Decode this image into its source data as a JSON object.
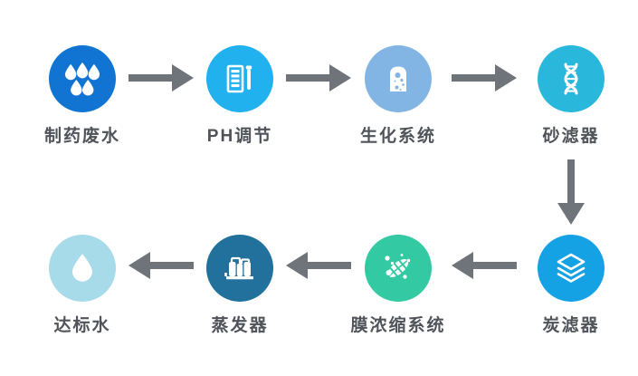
{
  "flow": {
    "arrow_color": "#6f747a",
    "label_color": "#50545a",
    "nodes": [
      {
        "id": "pharma-wastewater",
        "label": "制药废水",
        "color": "#1274d2",
        "icon": "water-drops-icon"
      },
      {
        "id": "ph-adjust",
        "label": "PH调节",
        "color": "#20b1ee",
        "icon": "ph-test-strip-icon"
      },
      {
        "id": "bio-system",
        "label": "生化系统",
        "color": "#82b5e3",
        "icon": "bio-tank-icon"
      },
      {
        "id": "sand-filter",
        "label": "砂滤器",
        "color": "#29b7dc",
        "icon": "dna-helix-icon"
      },
      {
        "id": "carbon-filter",
        "label": "炭滤器",
        "color": "#14a2e5",
        "icon": "layers-icon"
      },
      {
        "id": "membrane-system",
        "label": "膜浓缩系统",
        "color": "#33c9a3",
        "icon": "membrane-cell-icon"
      },
      {
        "id": "evaporator",
        "label": "蒸发器",
        "color": "#21719c",
        "icon": "evaporator-tanks-icon"
      },
      {
        "id": "clean-water",
        "label": "达标水",
        "color": "#a7dbe9",
        "icon": "water-drop-icon"
      }
    ],
    "arrows": [
      {
        "from": "pharma-wastewater",
        "to": "ph-adjust",
        "direction": "right"
      },
      {
        "from": "ph-adjust",
        "to": "bio-system",
        "direction": "right"
      },
      {
        "from": "bio-system",
        "to": "sand-filter",
        "direction": "right"
      },
      {
        "from": "sand-filter",
        "to": "carbon-filter",
        "direction": "down"
      },
      {
        "from": "carbon-filter",
        "to": "membrane-system",
        "direction": "left"
      },
      {
        "from": "membrane-system",
        "to": "evaporator",
        "direction": "left"
      },
      {
        "from": "evaporator",
        "to": "clean-water",
        "direction": "left"
      }
    ]
  }
}
